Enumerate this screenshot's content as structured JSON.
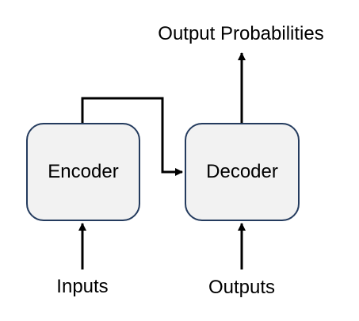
{
  "diagram": {
    "encoder_label": "Encoder",
    "decoder_label": "Decoder",
    "input_label": "Inputs",
    "output_label": "Outputs",
    "probabilities_label": "Output Probabilities"
  }
}
